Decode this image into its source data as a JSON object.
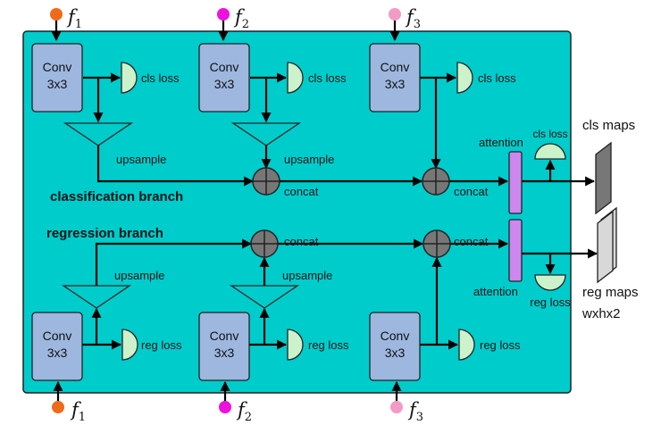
{
  "colors": {
    "panel": "#00cccc",
    "conv_box": "#9db7df",
    "loss_half": "#ccf2cc",
    "attention_bar": "#cc88ee",
    "concat_node": "#777777",
    "f1_dot": "#f06a1a",
    "f2_dot": "#ee11dd",
    "f3_dot": "#f49ac6",
    "cls_map": "#777777",
    "reg_map": "#d8d8d8"
  },
  "labels": {
    "conv": "Conv",
    "kernel": "3x3",
    "cls_loss": "cls loss",
    "reg_loss": "reg loss",
    "upsample": "upsample",
    "concat": "concat",
    "attention": "attention",
    "classification_branch": "classification branch",
    "regression_branch": "regression branch",
    "cls_maps": "cls maps",
    "reg_maps": "reg maps",
    "map_size": "wxhx2"
  },
  "features": [
    {
      "name": "f",
      "sub": "1",
      "icon": "input-dot-icon"
    },
    {
      "name": "f",
      "sub": "2",
      "icon": "input-dot-icon"
    },
    {
      "name": "f",
      "sub": "3",
      "icon": "input-dot-icon"
    }
  ]
}
